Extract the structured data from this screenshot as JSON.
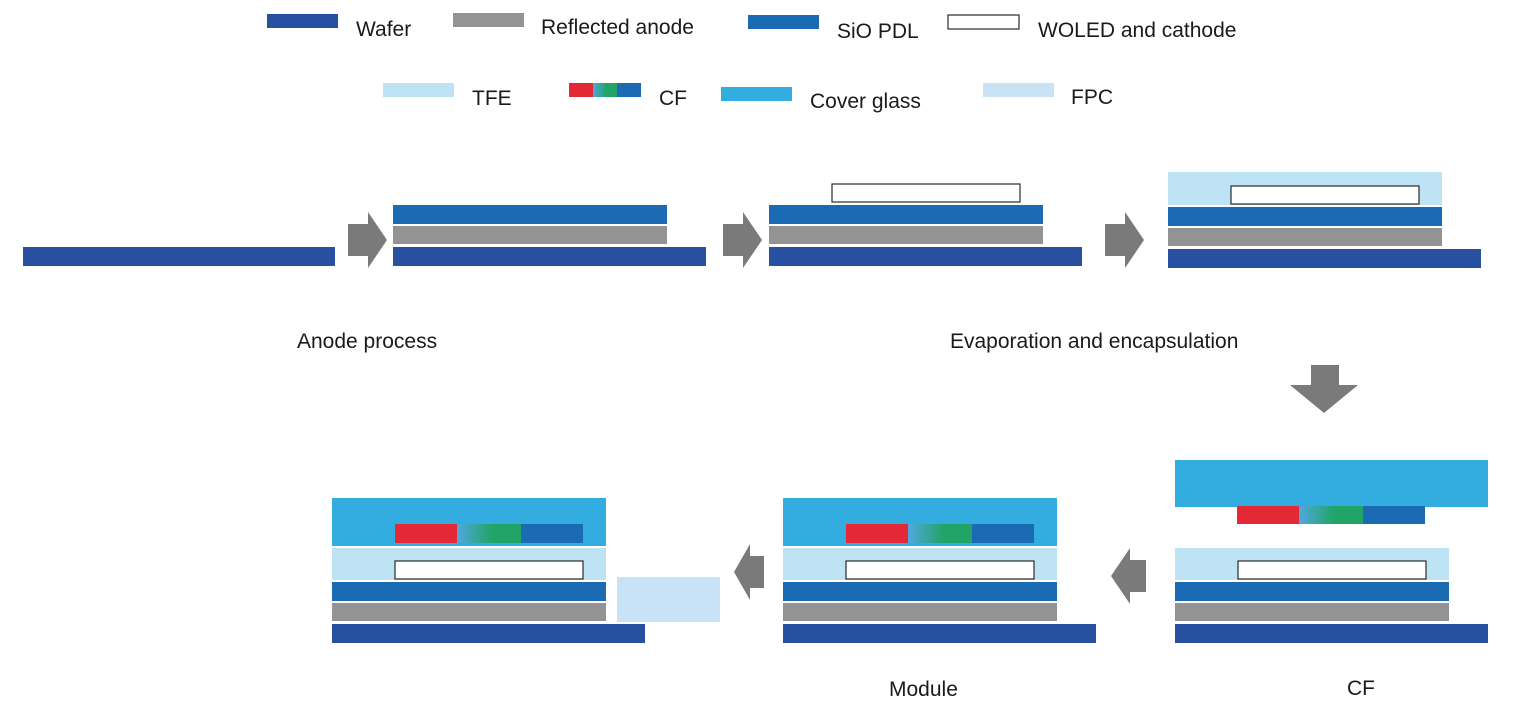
{
  "colors": {
    "wafer": "#2750A0",
    "reflected_anode": "#939393",
    "sio_pdl": "#1B6AB4",
    "woled_fill": "#FFFFFF",
    "woled_stroke": "#2A2A2A",
    "tfe": "#BDE3F4",
    "cf_red": "#E32836",
    "cf_green": "#22A468",
    "cf_blue": "#1B6AB4",
    "cover_glass": "#33ACE0",
    "fpc": "#C8E3F6",
    "arrow": "#7A7A7A"
  },
  "legend": {
    "wafer": "Wafer",
    "reflected_anode": "Reflected anode",
    "sio_pdl": "SiO PDL",
    "woled": "WOLED and cathode",
    "tfe": "TFE",
    "cf": "CF",
    "cover_glass": "Cover glass",
    "fpc": "FPC"
  },
  "stages": {
    "anode_process": "Anode process",
    "evaporation": "Evaporation and encapsulation",
    "cf": "CF",
    "module": "Module"
  }
}
